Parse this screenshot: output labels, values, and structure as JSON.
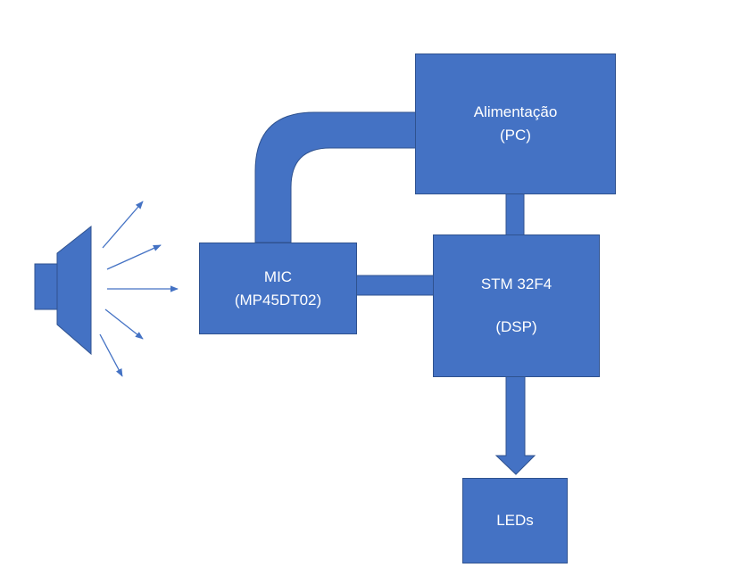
{
  "colors": {
    "block_fill": "#4472C4",
    "block_border": "#2F528F",
    "text": "#FFFFFF",
    "background": "#FFFFFF"
  },
  "blocks": {
    "power": {
      "line1": "Alimentação",
      "line2": "(PC)"
    },
    "mic": {
      "line1": "MIC",
      "line2": "(MP45DT02)"
    },
    "dsp": {
      "line1": "STM 32F4",
      "line2": "(DSP)"
    },
    "leds": {
      "line1": "LEDs"
    }
  },
  "icons": {
    "speaker": "speaker-icon",
    "sound_waves": "sound-wave-arrows"
  }
}
